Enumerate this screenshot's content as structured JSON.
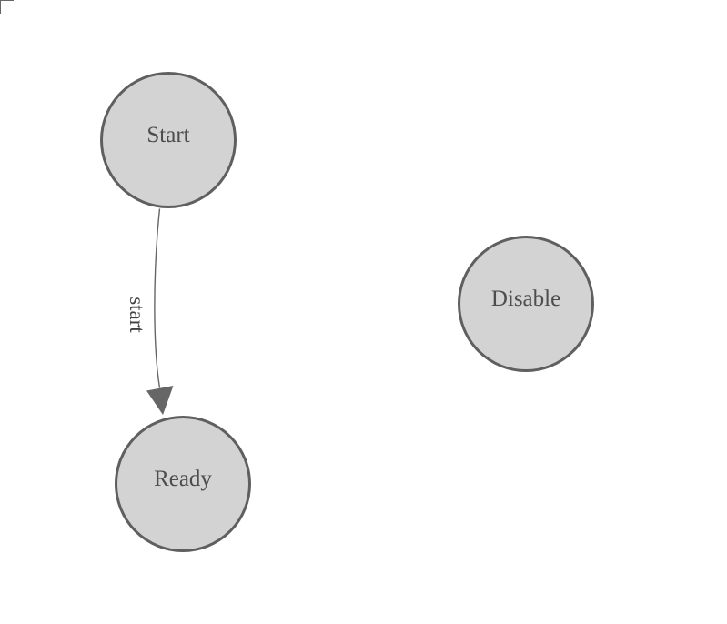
{
  "diagram": {
    "states": [
      {
        "id": "start",
        "label": "Start"
      },
      {
        "id": "ready",
        "label": "Ready"
      },
      {
        "id": "disable",
        "label": "Disable"
      }
    ],
    "transitions": [
      {
        "from": "Start",
        "to": "Ready",
        "label": "start"
      }
    ],
    "colors": {
      "canvas_bg": "#ffffff",
      "node_fill": "#d3d3d3",
      "node_stroke": "#5f5f5f",
      "node_label": "#4d4d4d",
      "edge_stroke": "#666666",
      "edge_label": "#404040",
      "origin_mark": "#666666"
    }
  }
}
